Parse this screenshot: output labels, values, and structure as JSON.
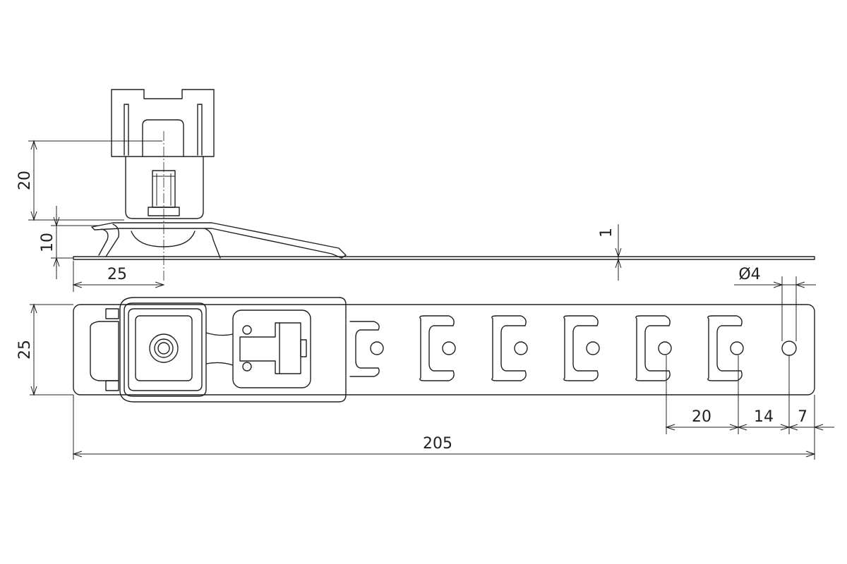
{
  "drawing": {
    "line_color": "#231f20",
    "background": "#ffffff",
    "dimensions": {
      "bolt_height": "20",
      "clamp_height": "10",
      "axis_offset": "25",
      "strip_thickness": "1",
      "hole_diameter": "Ø4",
      "strip_width": "25",
      "hole_pitch": "20",
      "last_hole_gap": "14",
      "end_distance": "7",
      "overall_length": "205"
    }
  }
}
